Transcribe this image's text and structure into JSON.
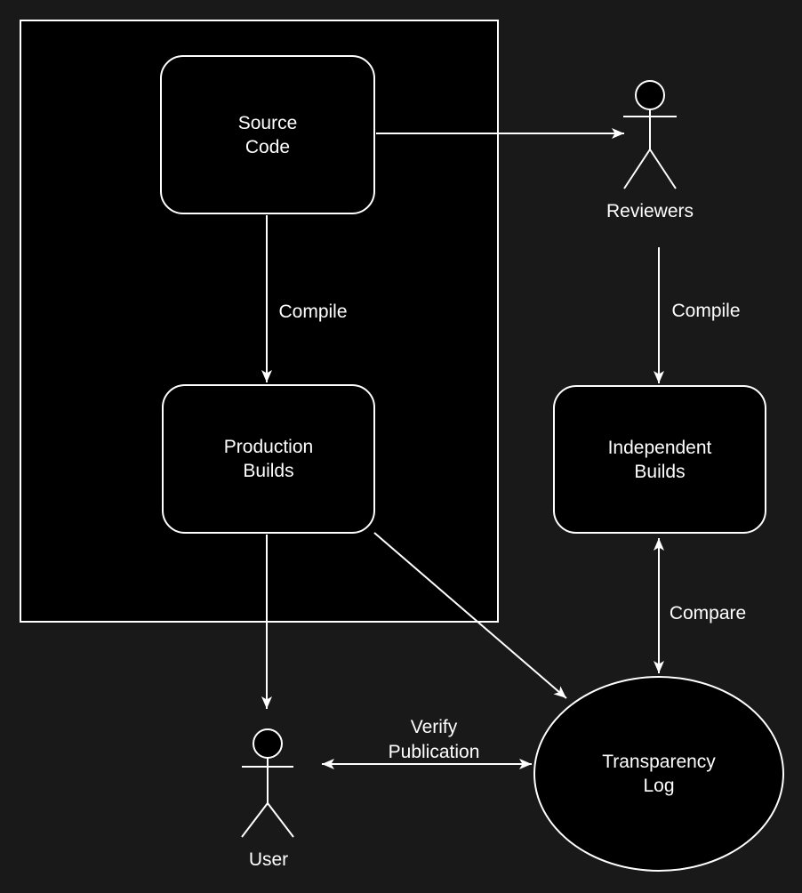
{
  "diagram": {
    "nodes": {
      "source_code": {
        "label": "Source\nCode"
      },
      "production_builds": {
        "label": "Production\nBuilds"
      },
      "independent_builds": {
        "label": "Independent\nBuilds"
      },
      "transparency_log": {
        "label": "Transparency\nLog"
      }
    },
    "actors": {
      "reviewers": {
        "label": "Reviewers"
      },
      "user": {
        "label": "User"
      }
    },
    "edge_labels": {
      "compile_left": "Compile",
      "compile_right": "Compile",
      "compare": "Compare",
      "verify_publication": "Verify\nPublication"
    },
    "colors": {
      "background": "#191919",
      "container_fill": "#000000",
      "node_fill": "#000000",
      "stroke": "#ffffff",
      "text": "#ffffff"
    }
  }
}
